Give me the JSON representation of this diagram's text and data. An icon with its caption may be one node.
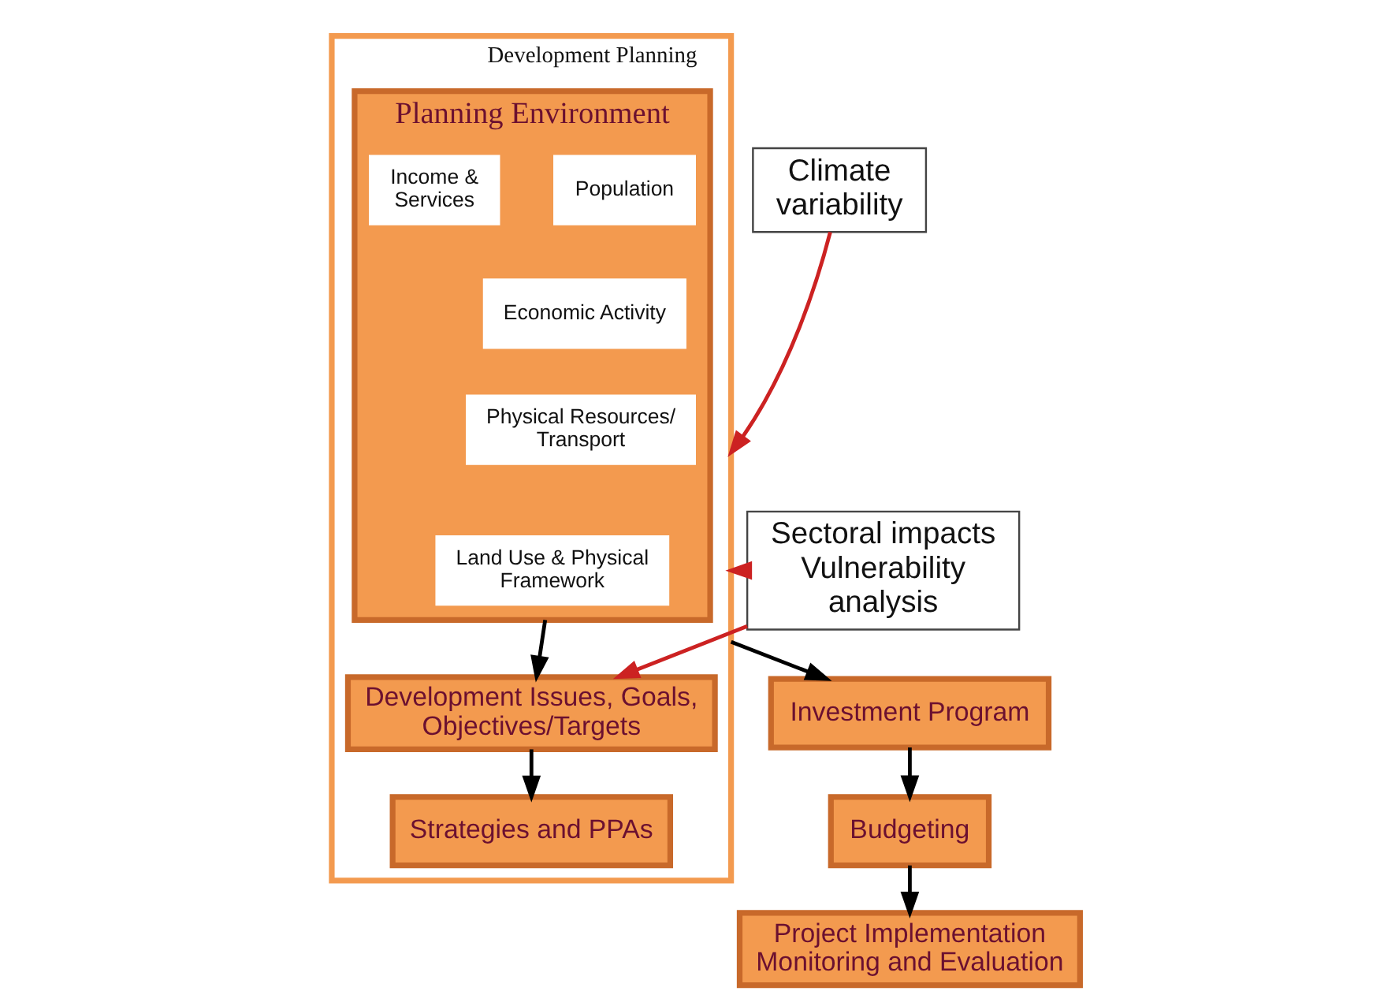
{
  "diagram": {
    "nodes": [
      {
        "text": [
          "Development Planning"
        ]
      },
      {
        "text": [
          "Planning Environment"
        ],
        "in": 0
      },
      {
        "text": [
          "Population"
        ],
        "in": 1
      },
      {
        "text": [
          "Economic Activity"
        ],
        "in": 1
      },
      {
        "text": [
          "Physical Resources/ Transport"
        ],
        "in": 1
      },
      {
        "text": [
          "Income & Services"
        ],
        "in": 1
      },
      {
        "text": [
          "Land Use & Physical Framework"
        ],
        "in": 1
      },
      {
        "text": [
          "Development Issues, Goals, Objectives/Targets"
        ],
        "in": 0
      },
      {
        "text": [
          "Strategies and PPAs"
        ],
        "in": 0
      },
      {
        "text": [
          "Investment Program"
        ]
      },
      {
        "text": [
          "Budgeting"
        ]
      },
      {
        "text": [
          "Project Implementation Monitoring and Evaluation"
        ]
      },
      {
        "text": [
          "Climate variability"
        ]
      },
      {
        "text": [
          "Sectoral impacts Vulnerability analysis"
        ]
      }
    ],
    "edges": [
      {
        "from": 1,
        "to": 7,
        "arrow": "to"
      },
      {
        "from": 7,
        "to": 8,
        "arrow": "to"
      },
      {
        "from": 0,
        "to": 9,
        "arrow": "to"
      },
      {
        "from": 9,
        "to": 10,
        "arrow": "to"
      },
      {
        "from": 10,
        "to": 11,
        "arrow": "to"
      },
      {
        "from": 12,
        "to": 0,
        "arrow": "to",
        "color": "#cc2222"
      },
      {
        "from": 13,
        "to": 0,
        "arrow": "to",
        "color": "#cc2222"
      },
      {
        "from": 13,
        "to": 7,
        "arrow": "to",
        "color": "#cc2222"
      }
    ]
  }
}
